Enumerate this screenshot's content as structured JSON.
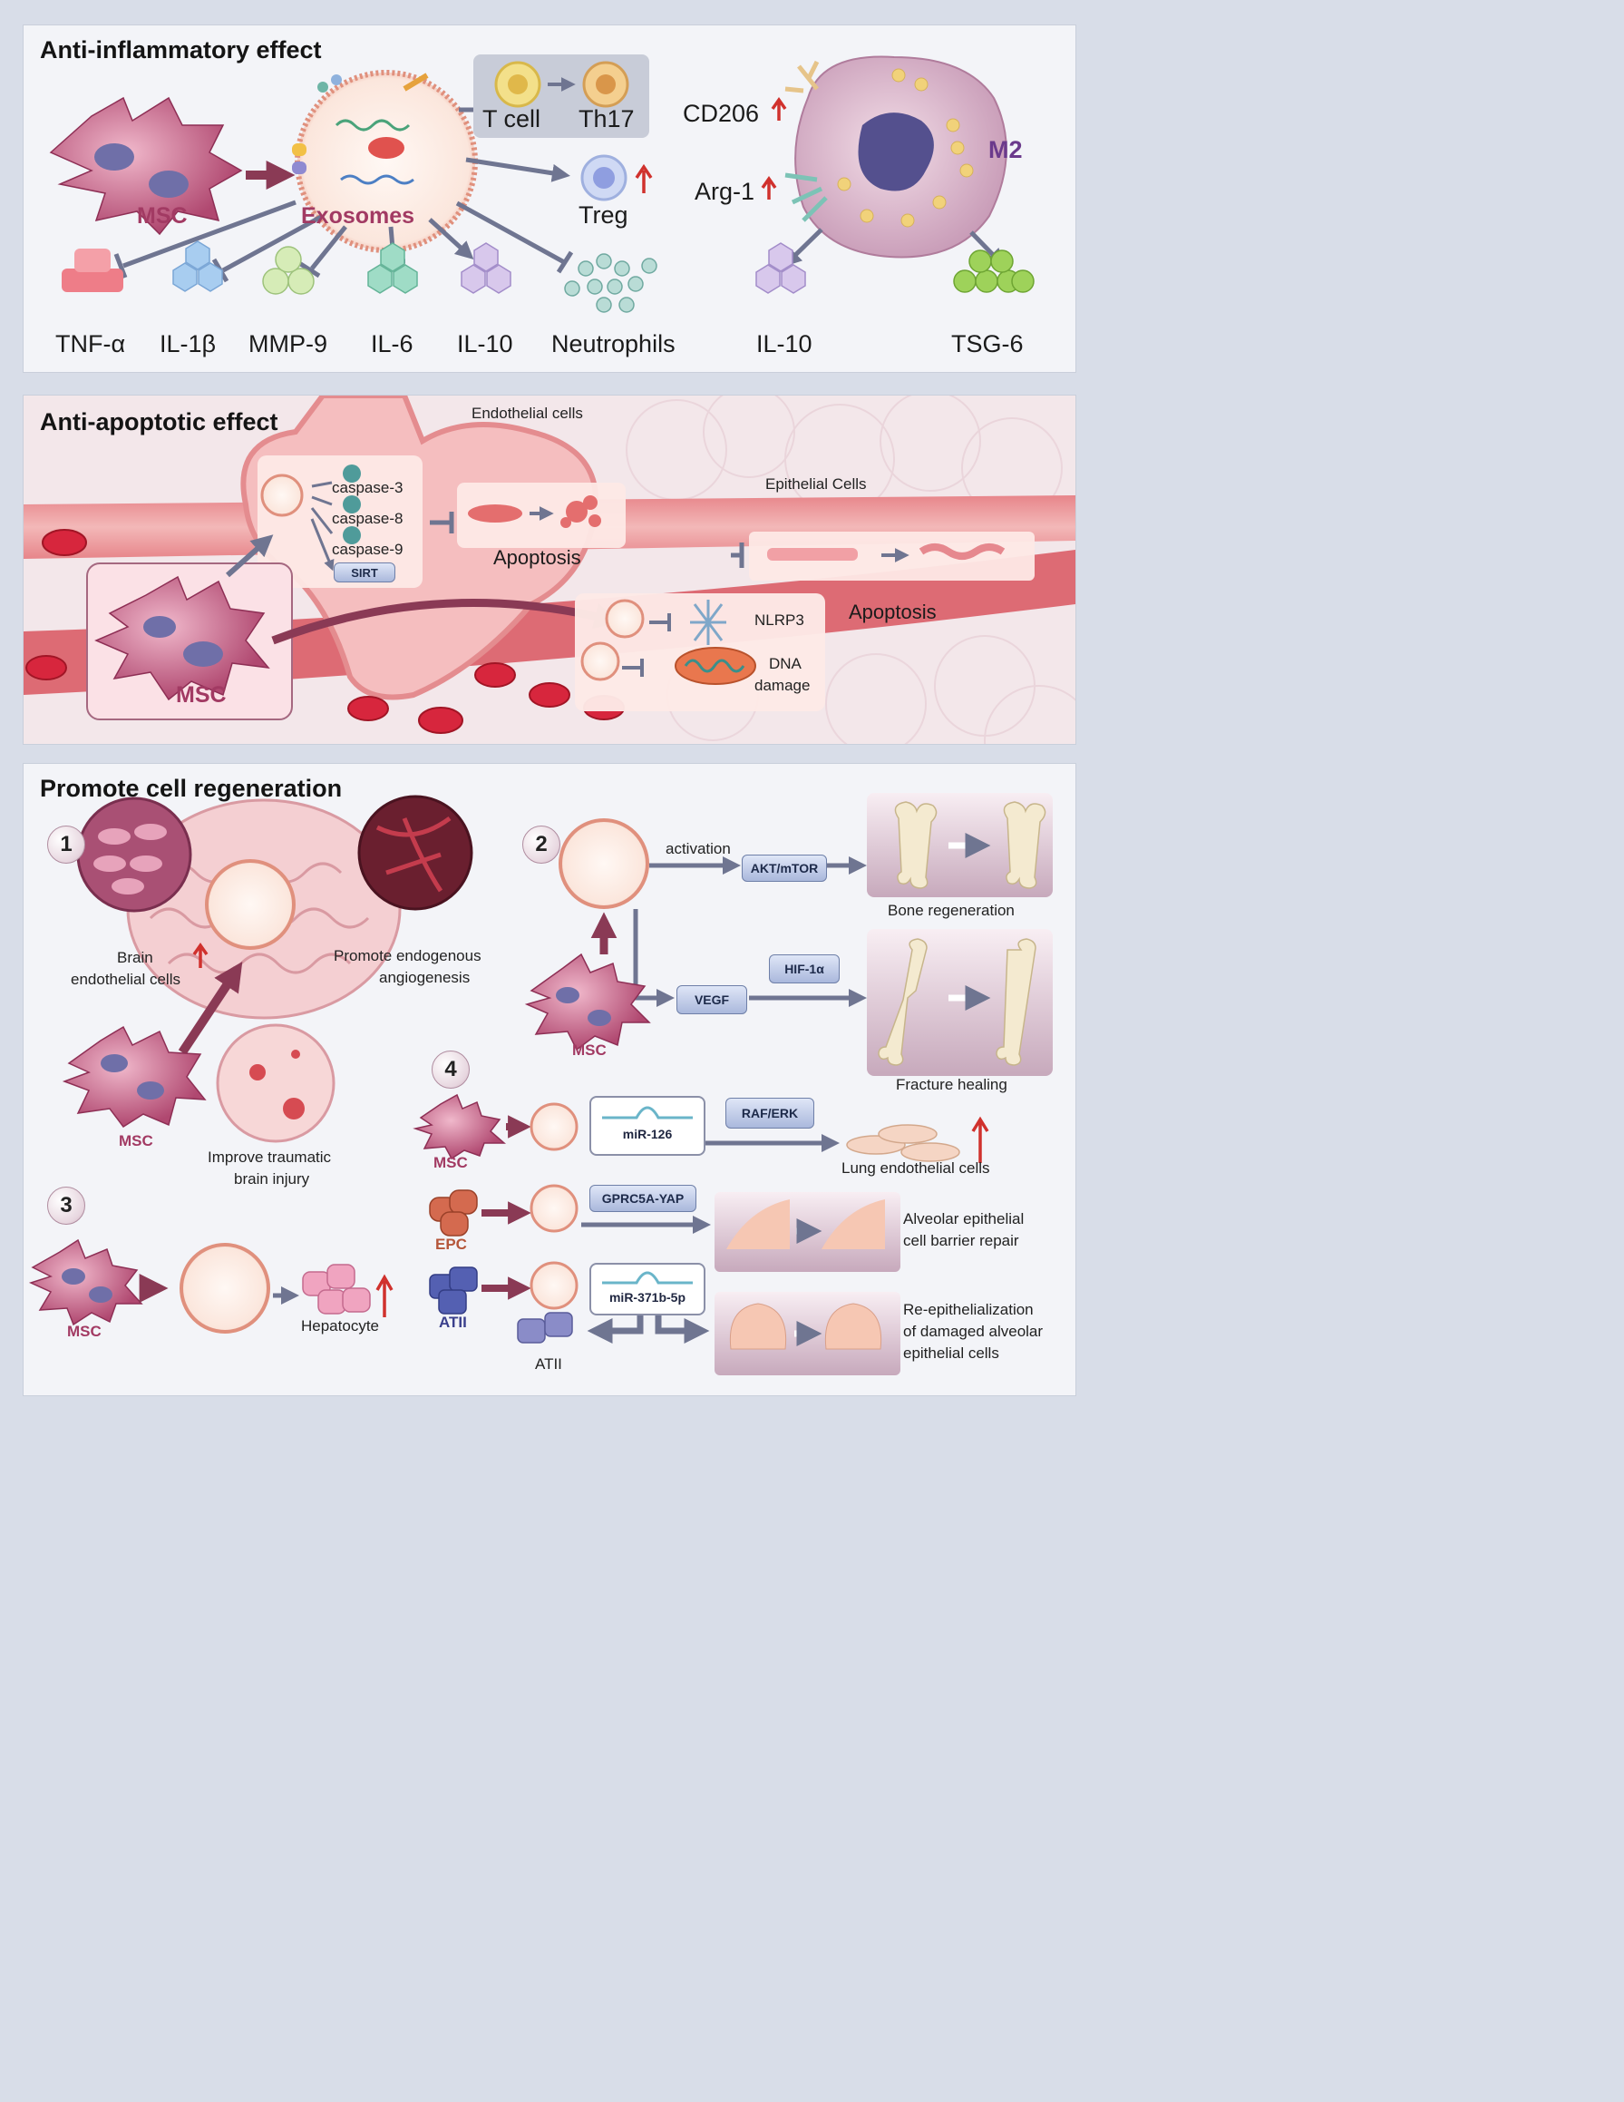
{
  "panels": {
    "inflammatory": {
      "title": "Anti-inflammatory effect",
      "msc": "MSC",
      "exosomes": "Exosomes",
      "t_cell": "T cell",
      "th17": "Th17",
      "treg": "Treg",
      "cd206": "CD206",
      "arg1": "Arg-1",
      "m2": "M2",
      "bottom_labels": [
        "TNF-α",
        "IL-1β",
        "MMP-9",
        "IL-6",
        "IL-10",
        "Neutrophils",
        "IL-10",
        "TSG-6"
      ]
    },
    "apoptotic": {
      "title": "Anti-apoptotic effect",
      "endothelial_cells": "Endothelial cells",
      "caspases": [
        "caspase-3",
        "caspase-8",
        "caspase-9"
      ],
      "sirt": "SIRT",
      "apoptosis_1": "Apoptosis",
      "epithelial_cells": "Epithelial Cells",
      "apoptosis_2": "Apoptosis",
      "nlrp3": "NLRP3",
      "dna_damage": [
        "DNA",
        "damage"
      ],
      "msc": "MSC"
    },
    "regeneration": {
      "title": "Promote cell regeneration",
      "numbers": [
        "1",
        "2",
        "3",
        "4"
      ],
      "brain_endothelial": [
        "Brain",
        "endothelial cells"
      ],
      "angiogenesis": [
        "Promote endogenous",
        "angiogenesis"
      ],
      "tbi": [
        "Improve traumatic",
        "brain injury"
      ],
      "msc_1": "MSC",
      "activation": "activation",
      "akt_mtor": "AKT/mTOR",
      "bone_regeneration": "Bone regeneration",
      "hif1a": "HIF-1α",
      "vegf": "VEGF",
      "fracture_healing": "Fracture healing",
      "msc_2": "MSC",
      "msc_3": "MSC",
      "hepatocyte": "Hepatocyte",
      "msc_4": "MSC",
      "mir126": "miR-126",
      "raf_erk": "RAF/ERK",
      "lung_endothelial": "Lung endothelial cells",
      "epc": "EPC",
      "gprc5a": "GPRC5A-YAP",
      "alveolar_barrier": [
        "Alveolar epithelial",
        "cell barrier repair"
      ],
      "atii_1": "ATII",
      "mir371": "miR-371b-5p",
      "atii_2": "ATII",
      "reepithelialization": [
        "Re-epithelialization",
        "of damaged alveolar",
        "epithelial cells"
      ]
    }
  },
  "colors": {
    "msc_label": "#a23a63",
    "up_arrow": "#d0312d",
    "m2_label": "#6b3a8c",
    "epc_label": "#b5563a",
    "atii_label": "#3a3f8c",
    "arrow_grey": "#6f7591",
    "arrow_maroon": "#8a3a55"
  },
  "icons": [
    "up-arrow-icon",
    "inhibit-arrow-icon",
    "exosome-icon",
    "msc-cell-icon",
    "macrophage-icon",
    "bone-icon",
    "brain-icon",
    "blood-vessel-icon"
  ]
}
